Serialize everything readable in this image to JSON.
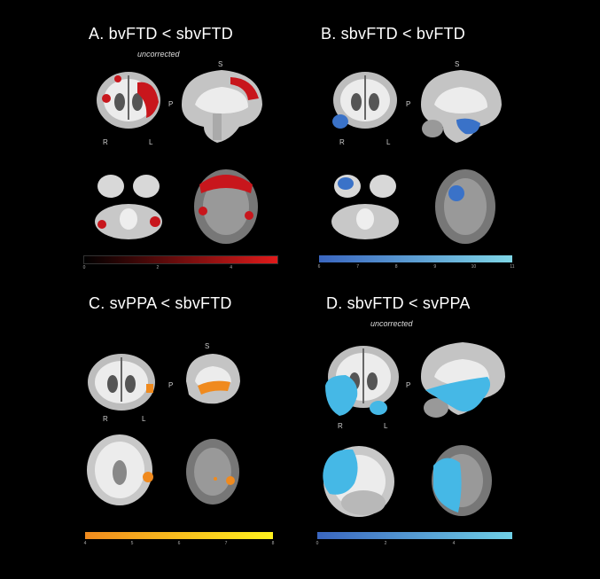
{
  "panels": {
    "a": {
      "title": "A. bvFTD < sbvFTD",
      "subtitle": "uncorrected",
      "labels": {
        "s": "S",
        "p": "P",
        "r": "R",
        "l": "L"
      },
      "colorbar": {
        "ticks": [
          "0",
          "2",
          "4"
        ],
        "colors": [
          "#000000",
          "#e01a1a"
        ]
      },
      "overlay_color": "#c8161c"
    },
    "b": {
      "title": "B. sbvFTD < bvFTD",
      "labels": {
        "s": "S",
        "p": "P",
        "r": "R",
        "l": "L"
      },
      "colorbar": {
        "ticks": [
          "6",
          "7",
          "8",
          "9",
          "10",
          "11"
        ],
        "colors": [
          "#3a66c0",
          "#7fd6e6"
        ]
      },
      "overlay_color": "#3a72c8"
    },
    "c": {
      "title": "C. svPPA < sbvFTD",
      "labels": {
        "s": "S",
        "p": "P",
        "r": "R",
        "l": "L"
      },
      "colorbar": {
        "ticks": [
          "4",
          "5",
          "6",
          "7",
          "8"
        ],
        "colors": [
          "#f08a1e",
          "#fff21e"
        ]
      },
      "overlay_color": "#f08a1e"
    },
    "d": {
      "title": "D. sbvFTD < svPPA",
      "subtitle": "uncorrected",
      "labels": {
        "p": "P",
        "r": "R",
        "l": "L"
      },
      "colorbar": {
        "ticks": [
          "0",
          "2",
          "4"
        ],
        "colors": [
          "#3a66c0",
          "#6fd0e6"
        ]
      },
      "overlay_color": "#45b8e6"
    }
  }
}
